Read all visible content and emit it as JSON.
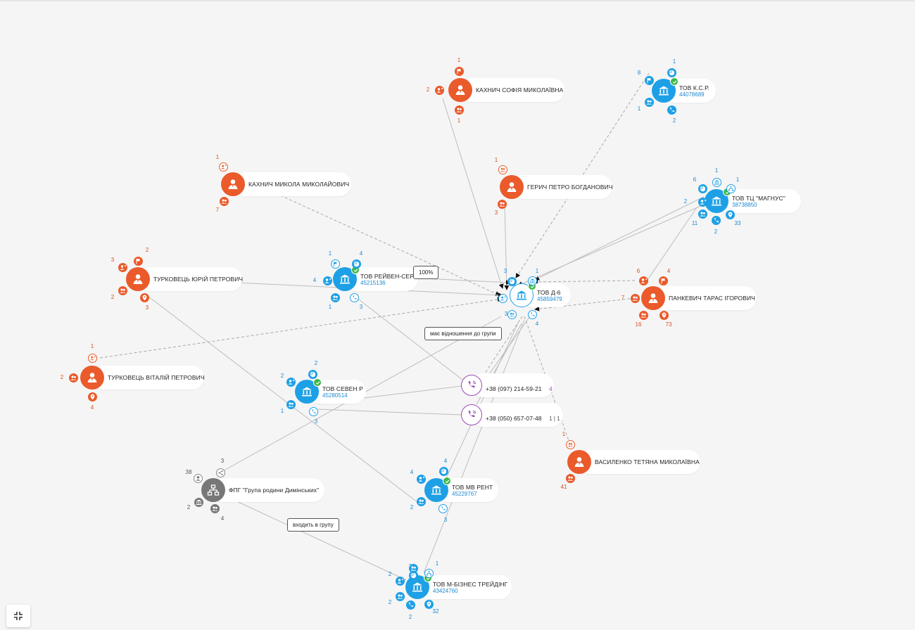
{
  "colors": {
    "person": "#ea5a2a",
    "company": "#1ea0e6",
    "phone": "#9b4bb8",
    "group": "#777777",
    "verified": "#3cb84a",
    "code": "#1e88d0"
  },
  "nodes": {
    "kakhnych_sofiia": {
      "kind": "person",
      "title": "КАХНИЧ СОФІЯ МИКОЛАЇВНА"
    },
    "tov_ksr": {
      "kind": "company",
      "title": "ТОВ К.С.Р.",
      "code": "44078689",
      "verified": true
    },
    "kakhnych_mykola": {
      "kind": "person",
      "title": "КАХНИЧ МИКОЛА МИКОЛАЙОВИЧ"
    },
    "herych_petro": {
      "kind": "person",
      "title": "ГЕРИЧ ПЕТРО БОГДАНОВИЧ"
    },
    "tov_magnus": {
      "kind": "company",
      "title": "ТОВ ТЦ \"МАГНУС\"",
      "code": "38738850",
      "verified": true
    },
    "turkovets_yurii": {
      "kind": "person",
      "title": "ТУРКОВЕЦЬ ЮРІЙ ПЕТРОВИЧ"
    },
    "tov_reiven": {
      "kind": "company",
      "title": "ТОВ РЕЙВЕН-СЕРВІС",
      "code": "45215136",
      "verified": true
    },
    "tov_d6": {
      "kind": "company",
      "title": "ТОВ Д-6",
      "code": "45859479",
      "verified": true,
      "selected": true
    },
    "pankevych_taras": {
      "kind": "person",
      "title": "ПАНКЕВИЧ ТАРАС ІГОРОВИЧ"
    },
    "turkovets_vitalii": {
      "kind": "person",
      "title": "ТУРКОВЕЦЬ ВІТАЛІЙ ПЕТРОВИЧ"
    },
    "tov_seven": {
      "kind": "company",
      "title": "ТОВ СЕВЕН Р",
      "code": "45280514",
      "verified": true
    },
    "phone1": {
      "kind": "phone",
      "title": "+38 (097) 214-59-21",
      "extra": "4"
    },
    "phone2": {
      "kind": "phone",
      "title": "+38 (050) 657-07-48",
      "extra": "1 | 1"
    },
    "vasylenko_tetiana": {
      "kind": "person",
      "title": "ВАСИЛЕНКО ТЕТЯНА МИКОЛАЇВНА"
    },
    "fpg_group": {
      "kind": "group",
      "title": "ФПГ \"Група родини Димінських\""
    },
    "tov_mv_rent": {
      "kind": "company",
      "title": "ТОВ МВ РЕНТ",
      "code": "45229767",
      "verified": true
    },
    "tov_m_biznes": {
      "kind": "company",
      "title": "ТОВ М-БІЗНЕС ТРЕЙДІНГ",
      "code": "43424760",
      "verified": true
    }
  },
  "edge_labels": {
    "share_pct": "100%",
    "related_group": "має відношення до групи",
    "enters_group": "входить в групу"
  },
  "satellites": {
    "kakhnych_sofiia": [
      {
        "icon": "flag-icon",
        "style": "fill",
        "count": "1"
      },
      {
        "icon": "founder-icon",
        "style": "fill",
        "count": "2"
      },
      {
        "icon": "people-icon",
        "style": "fill",
        "count": "1"
      }
    ],
    "tov_ksr": [
      {
        "icon": "pie-icon",
        "style": "fill",
        "count": "1"
      },
      {
        "icon": "flag-icon",
        "style": "fill",
        "count": "8"
      },
      {
        "icon": "people-icon",
        "style": "fill",
        "count": "1"
      },
      {
        "icon": "phone-icon",
        "style": "fill",
        "count": "2"
      }
    ],
    "kakhnych_mykola": [
      {
        "icon": "founder-icon",
        "style": "outline",
        "count": "1"
      },
      {
        "icon": "people-icon",
        "style": "fill",
        "count": "7"
      }
    ],
    "herych_petro": [
      {
        "icon": "people-icon",
        "style": "outline",
        "count": "1"
      },
      {
        "icon": "people-icon",
        "style": "fill",
        "count": "3"
      }
    ],
    "tov_magnus": [
      {
        "icon": "pie-icon",
        "style": "fill",
        "count": "6"
      },
      {
        "icon": "building-icon",
        "style": "outline",
        "count": "1"
      },
      {
        "icon": "tree-icon",
        "style": "outline",
        "count": "1"
      },
      {
        "icon": "founder-icon",
        "style": "fill",
        "count": "2"
      },
      {
        "icon": "people-icon",
        "style": "fill",
        "count": "11"
      },
      {
        "icon": "phone-icon",
        "style": "fill",
        "count": "2"
      },
      {
        "icon": "pin-icon",
        "style": "fill",
        "count": "33"
      }
    ],
    "turkovets_yurii": [
      {
        "icon": "founder-icon",
        "style": "fill",
        "count": "3"
      },
      {
        "icon": "flag-icon",
        "style": "fill",
        "count": "2"
      },
      {
        "icon": "people-icon",
        "style": "fill",
        "count": "2"
      },
      {
        "icon": "pin-icon",
        "style": "fill",
        "count": "3"
      }
    ],
    "tov_reiven": [
      {
        "icon": "flag-icon",
        "style": "outline",
        "count": "1"
      },
      {
        "icon": "pie-icon",
        "style": "fill",
        "count": "4"
      },
      {
        "icon": "founder-icon",
        "style": "fill",
        "count": "4"
      },
      {
        "icon": "people-icon",
        "style": "fill",
        "count": "1"
      },
      {
        "icon": "phone-icon",
        "style": "outline",
        "count": "3"
      }
    ],
    "tov_d6": [
      {
        "icon": "pie-icon",
        "style": "fill",
        "count": "3"
      },
      {
        "icon": "building-icon",
        "style": "outline",
        "count": "1"
      },
      {
        "icon": "founder-icon",
        "style": "outline",
        "count": ""
      },
      {
        "icon": "people-icon",
        "style": "outline",
        "count": "3"
      },
      {
        "icon": "phone-icon",
        "style": "outline",
        "count": "4"
      }
    ],
    "pankevych_taras": [
      {
        "icon": "founder-icon",
        "style": "fill",
        "count": "6"
      },
      {
        "icon": "flag-icon",
        "style": "fill",
        "count": "4"
      },
      {
        "icon": "people-icon",
        "style": "fill",
        "count": "7"
      },
      {
        "icon": "people-icon",
        "style": "fill",
        "count": "16"
      },
      {
        "icon": "pin-icon",
        "style": "fill",
        "count": "73"
      }
    ],
    "turkovets_vitalii": [
      {
        "icon": "founder-icon",
        "style": "outline",
        "count": "1"
      },
      {
        "icon": "people-icon",
        "style": "fill",
        "count": "2"
      },
      {
        "icon": "pin-icon",
        "style": "fill",
        "count": "4"
      }
    ],
    "tov_seven": [
      {
        "icon": "pie-icon",
        "style": "fill",
        "count": "2"
      },
      {
        "icon": "founder-icon",
        "style": "fill",
        "count": "2"
      },
      {
        "icon": "people-icon",
        "style": "fill",
        "count": "1"
      },
      {
        "icon": "phone-icon",
        "style": "outline",
        "count": "3"
      }
    ],
    "vasylenko_tetiana": [
      {
        "icon": "people-icon",
        "style": "outline",
        "count": "1"
      },
      {
        "icon": "people-icon",
        "style": "fill",
        "count": "41"
      }
    ],
    "fpg_group": [
      {
        "icon": "person-icon",
        "style": "outline",
        "count": "38"
      },
      {
        "icon": "share-icon",
        "style": "outline",
        "count": "3"
      },
      {
        "icon": "building-icon",
        "style": "fill",
        "count": "2"
      },
      {
        "icon": "people-icon",
        "style": "fill",
        "count": "4"
      }
    ],
    "tov_mv_rent": [
      {
        "icon": "pie-icon",
        "style": "fill",
        "count": "4"
      },
      {
        "icon": "founder-icon",
        "style": "fill",
        "count": "4"
      },
      {
        "icon": "people-icon",
        "style": "fill",
        "count": "2"
      },
      {
        "icon": "phone-icon",
        "style": "outline",
        "count": "3"
      }
    ],
    "tov_m_biznes": [
      {
        "icon": "pie-icon",
        "style": "fill",
        "count": "2"
      },
      {
        "icon": "tree-icon",
        "style": "outline",
        "count": "1"
      },
      {
        "icon": "founder-icon",
        "style": "fill",
        "count": "2"
      },
      {
        "icon": "people-icon",
        "style": "fill",
        "count": "2"
      },
      {
        "icon": "phone-icon",
        "style": "fill",
        "count": "2"
      },
      {
        "icon": "pin-icon",
        "style": "fill",
        "count": "32"
      },
      {
        "icon": "people-icon",
        "style": "fill",
        "count": "2"
      }
    ]
  },
  "controls": {
    "collapse_icon": "collapse-icon"
  }
}
